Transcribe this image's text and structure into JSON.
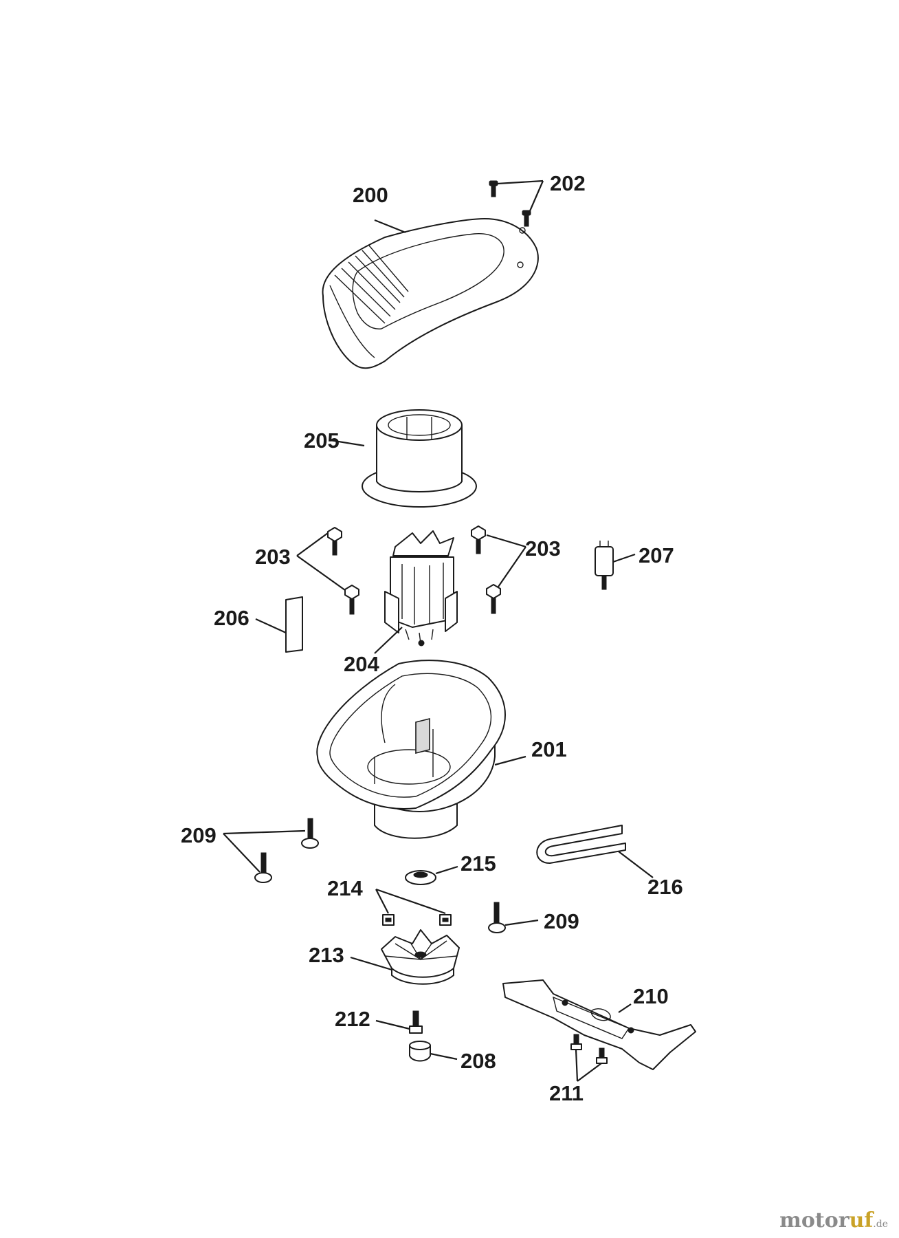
{
  "labels": {
    "p200": "200",
    "p201": "201",
    "p202": "202",
    "p203a": "203",
    "p203b": "203",
    "p204": "204",
    "p205": "205",
    "p206": "206",
    "p207": "207",
    "p208": "208",
    "p209a": "209",
    "p209b": "209",
    "p210": "210",
    "p211": "211",
    "p212": "212",
    "p213": "213",
    "p214": "214",
    "p215": "215",
    "p216": "216"
  },
  "watermark": {
    "main": "motor",
    "accent": "uf",
    "suffix": ".de"
  }
}
